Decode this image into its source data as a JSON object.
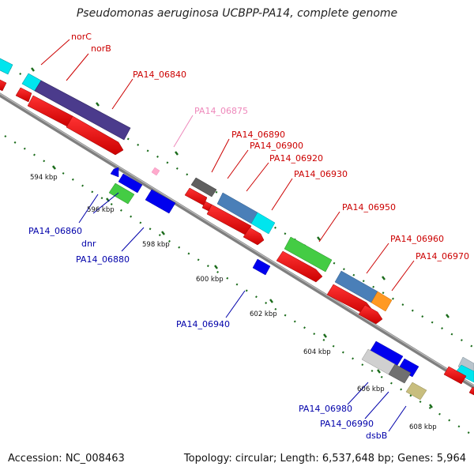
{
  "title": "Pseudomonas aeruginosa UCBPP-PA14, complete genome",
  "accession_text": "Accession: NC_008463",
  "topology_text": "Topology: circular; Length: 6,537,648 bp; Genes: 5,964",
  "colors": {
    "forward_label": "#cc0000",
    "reverse_label": "#0000aa",
    "pink_label": "#ee88bb",
    "tick": "#1a6b1a",
    "backbone": "#888888"
  },
  "ticks": [
    "594 kbp",
    "596 kbp",
    "598 kbp",
    "600 kbp",
    "602 kbp",
    "604 kbp",
    "606 kbp",
    "608 kbp"
  ],
  "labels_top": [
    "norC",
    "norB",
    "PA14_06840",
    "PA14_06875",
    "PA14_06890",
    "PA14_06900",
    "PA14_06920",
    "PA14_06930",
    "PA14_06950",
    "PA14_06960",
    "PA14_06970"
  ],
  "labels_bottom": [
    "PA14_06860",
    "dnr",
    "PA14_06880",
    "PA14_06940",
    "PA14_06980",
    "PA14_06990",
    "dsbB"
  ]
}
